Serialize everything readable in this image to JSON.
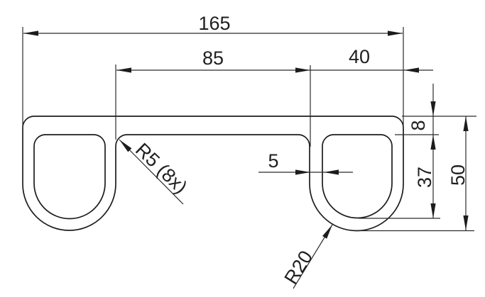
{
  "drawing": {
    "type": "technical-dimension-drawing",
    "background": "#ffffff",
    "line_color": "#1c1c1c",
    "dims": {
      "overall_width": "165",
      "inner_span": "85",
      "leg_width": "40",
      "wall_thickness": "5",
      "top_wall_thickness": "8",
      "slot_depth": "37",
      "overall_height": "50",
      "fillet_note": "R5 (8x)",
      "leg_bottom_radius": "R20"
    }
  }
}
